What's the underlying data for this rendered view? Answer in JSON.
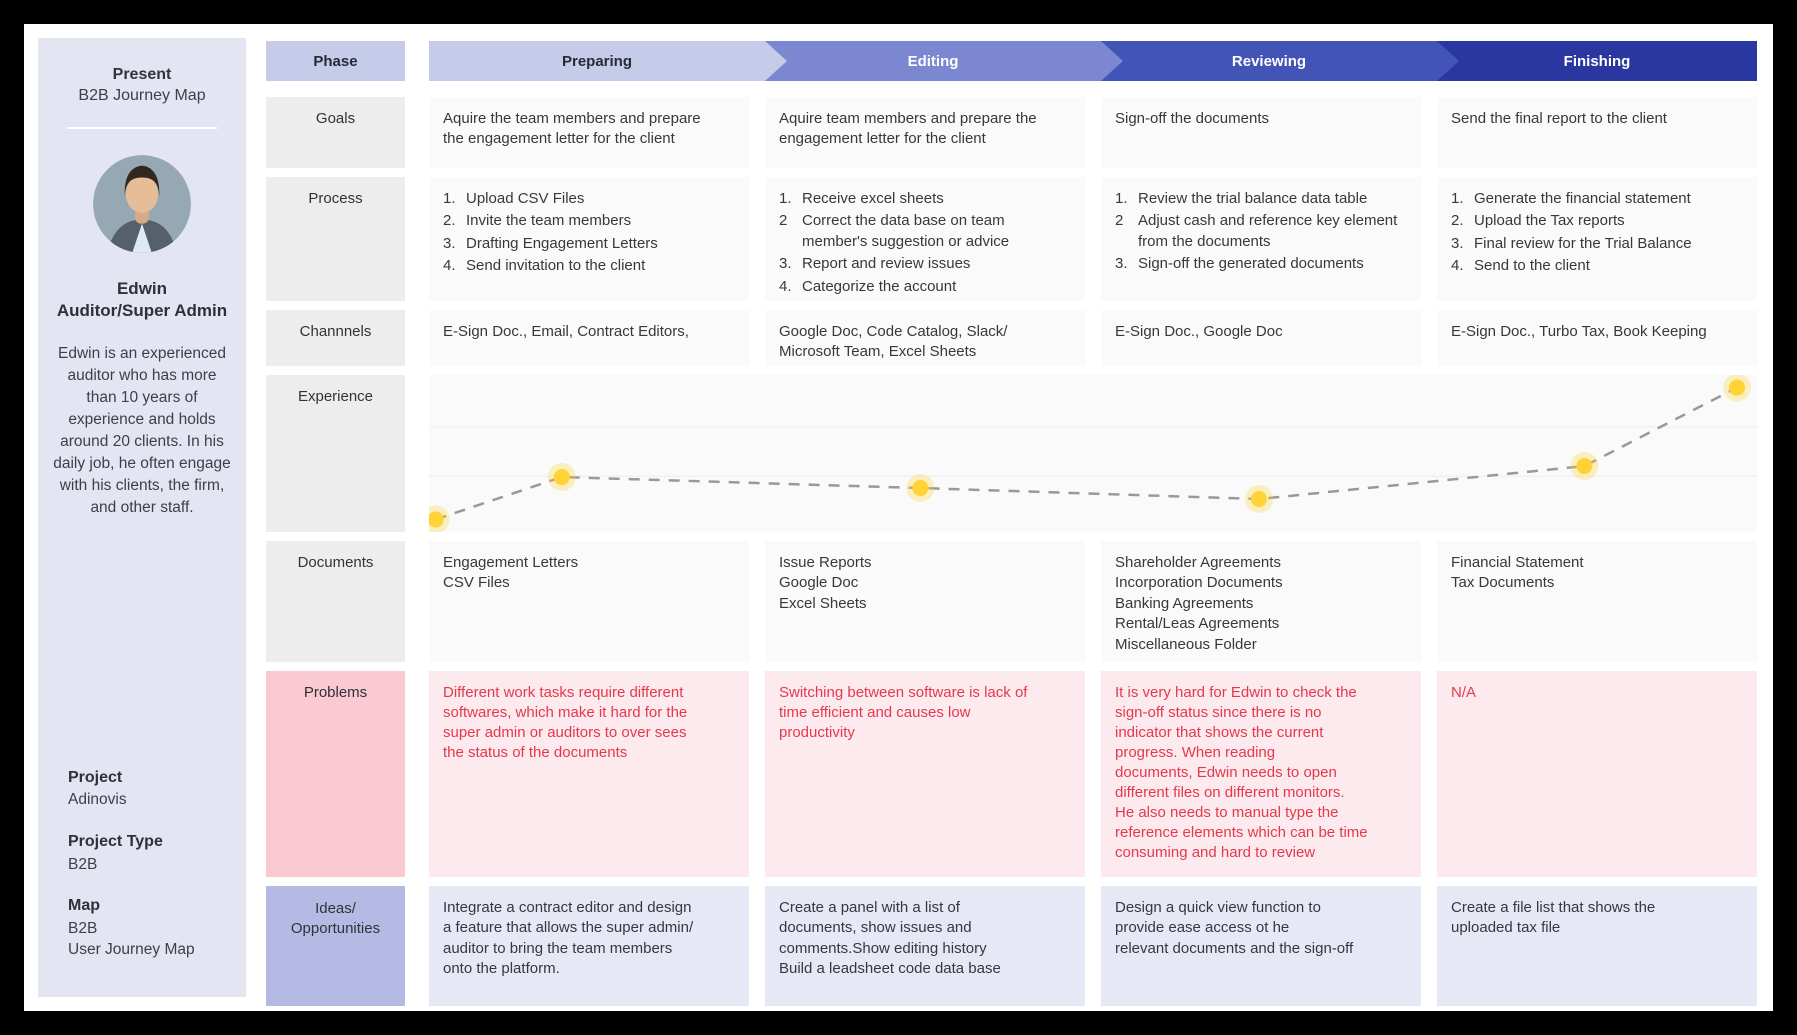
{
  "sidebar": {
    "period_label": "Present",
    "map_title": "B2B Journey Map",
    "persona_name": "Edwin",
    "persona_role": "Auditor/Super Admin",
    "persona_bio": "Edwin is an experienced auditor who has more than 10 years of experience and holds around 20 clients. In his daily job, he often engage with his clients, the firm, and other staff.",
    "project_label": "Project",
    "project_value": "Adinovis",
    "project_type_label": "Project Type",
    "project_type_value": "B2B",
    "map_label": "Map",
    "map_value_line1": "B2B",
    "map_value_line2": "User Journey Map"
  },
  "header": {
    "label": "Phase",
    "phases": [
      "Preparing",
      "Editing",
      "Reviewing",
      "Finishing"
    ]
  },
  "rows": {
    "goals": {
      "label": "Goals",
      "cells": [
        [
          "Aquire the team members and prepare",
          "the engagement letter for the client"
        ],
        [
          "Aquire team members and prepare the",
          "engagement letter for the client"
        ],
        [
          "Sign-off the documents"
        ],
        [
          "Send the final report to the client"
        ]
      ]
    },
    "process": {
      "label": "Process",
      "cells": [
        {
          "items": [
            {
              "n": "1.",
              "t": "Upload CSV Files"
            },
            {
              "n": "2.",
              "t": "Invite the team members"
            },
            {
              "n": "3.",
              "t": "Drafting Engagement Letters"
            },
            {
              "n": "4.",
              "t": "Send invitation to the client"
            }
          ]
        },
        {
          "items": [
            {
              "n": "1.",
              "t": "Receive excel sheets"
            },
            {
              "n": "2",
              "t": "Correct the data base on team member's suggestion or advice"
            },
            {
              "n": "3.",
              "t": "Report and review issues"
            },
            {
              "n": "4.",
              "t": "Categorize the account"
            }
          ]
        },
        {
          "items": [
            {
              "n": "1.",
              "t": "Review the trial balance data table"
            },
            {
              "n": "2",
              "t": "Adjust cash and reference key element from the documents"
            },
            {
              "n": "3.",
              "t": "Sign-off the generated documents"
            }
          ]
        },
        {
          "items": [
            {
              "n": "1.",
              "t": "Generate the financial statement"
            },
            {
              "n": "2.",
              "t": "Upload the Tax reports"
            },
            {
              "n": "3.",
              "t": "Final review for the Trial Balance"
            },
            {
              "n": "4.",
              "t": "Send to the client"
            }
          ]
        }
      ]
    },
    "channels": {
      "label": "Channnels",
      "cells": [
        [
          "E-Sign Doc., Email, Contract Editors,"
        ],
        [
          "Google Doc, Code Catalog, Slack/",
          "Microsoft Team, Excel Sheets"
        ],
        [
          "E-Sign Doc., Google Doc"
        ],
        [
          "E-Sign Doc., Turbo Tax, Book Keeping"
        ]
      ]
    },
    "experience": {
      "label": "Experience"
    },
    "documents": {
      "label": "Documents",
      "cells": [
        [
          "Engagement Letters",
          "CSV Files"
        ],
        [
          "Issue Reports",
          "Google Doc",
          "Excel Sheets"
        ],
        [
          "Shareholder Agreements",
          "Incorporation Documents",
          "Banking Agreements",
          "Rental/Leas Agreements",
          "Miscellaneous Folder"
        ],
        [
          "Financial Statement",
          "Tax Documents"
        ]
      ]
    },
    "problems": {
      "label": "Problems",
      "cells": [
        [
          "Different work tasks require different",
          "softwares, which make it hard for the",
          "super admin or auditors to over sees",
          "the status of the documents"
        ],
        [
          "Switching between software is lack of",
          "time efficient and causes low",
          "productivity"
        ],
        [
          "It is very hard for Edwin to check the",
          "sign-off status since there is no",
          "indicator that shows the current",
          "progress. When reading",
          "documents, Edwin needs to open",
          "different files on different monitors.",
          "He also needs to manual type the",
          "reference elements which can be time",
          "consuming and hard to review"
        ],
        [
          "N/A"
        ]
      ]
    },
    "ideas": {
      "label_line1": "Ideas/",
      "label_line2": "Opportunities",
      "cells": [
        [
          "Integrate a contract editor  and design",
          "a feature that allows the super admin/",
          "auditor to bring the team members",
          "onto the platform."
        ],
        [
          "Create a panel with a list of",
          "documents, show  issues and",
          "comments.Show editing history",
          "Build a leadsheet code data base"
        ],
        [
          "Design a quick view function to",
          "provide ease access ot he",
          "relevant documents and the sign-off"
        ],
        [
          "Create a file list that shows the",
          "uploaded tax file"
        ]
      ]
    }
  },
  "chart_data": {
    "type": "line",
    "title": "Experience curve across phases",
    "categories": [
      "Preparing",
      "Editing",
      "Reviewing",
      "Finishing"
    ],
    "style": "dashed",
    "line_color": "#999999",
    "point_color": "#ffd335",
    "grid_color": "#ececec",
    "gridlines_y_frac": [
      0.33,
      0.645
    ],
    "points": [
      {
        "x_frac": 0.005,
        "y_frac": 0.92
      },
      {
        "x_frac": 0.1,
        "y_frac": 0.65
      },
      {
        "x_frac": 0.37,
        "y_frac": 0.72
      },
      {
        "x_frac": 0.625,
        "y_frac": 0.79
      },
      {
        "x_frac": 0.87,
        "y_frac": 0.58
      },
      {
        "x_frac": 0.985,
        "y_frac": 0.08
      }
    ]
  },
  "colors": {
    "phase_preparing": "#c6cbe9",
    "phase_editing": "#7b87d0",
    "phase_reviewing": "#4254b6",
    "phase_finishing": "#2b37a0",
    "sidebar_bg": "#e4e5f2",
    "row_label_bg": "#ededed",
    "cell_bg": "#fafafa",
    "problems_label_bg": "#fbc9d2",
    "problems_cell_bg": "#fdeaee",
    "problems_text": "#e5394b",
    "ideas_label_bg": "#b4bae3",
    "ideas_cell_bg": "#e6e8f5",
    "experience_point": "#ffd335"
  }
}
